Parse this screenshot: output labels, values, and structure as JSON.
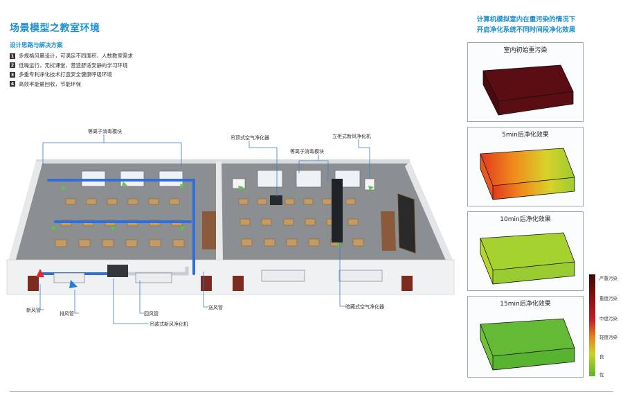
{
  "header": {
    "title": "场景模型之教室环境",
    "subtitle": "设计思路与解决方案",
    "points": [
      {
        "num": "1",
        "text": "多规格风量设计，可满足不同面积、人数教室需求"
      },
      {
        "num": "2",
        "text": "低噪运行，无扰课堂，营造舒适安静的学习环境"
      },
      {
        "num": "3",
        "text": "多重专利净化技术打造安全健康呼吸环境"
      },
      {
        "num": "4",
        "text": "高效率能量回收，节能环保"
      }
    ]
  },
  "diagram": {
    "labels": {
      "ion1": "等离子消毒模块",
      "ceiling_purifier": "吊顶式空气净化器",
      "cabinet_fresh": "立柜式新风净化机",
      "ion2": "等离子消毒模块",
      "fresh_pipe": "新风管",
      "exhaust_pipe": "排风管",
      "return_pipe": "回风管",
      "supply_pipe": "送风管",
      "hanging_fresh": "吊装式新风净化机",
      "hidden_purifier": "暗藏式空气净化器"
    }
  },
  "simulation": {
    "title_line1": "计算机模拟室内在重污染的情况下",
    "title_line2": "开启净化系统不同时间段净化效果",
    "panels": [
      {
        "label": "室内初始重污染",
        "state": "severe"
      },
      {
        "label": "5min后净化效果",
        "state": "mixed"
      },
      {
        "label": "10min后净化效果",
        "state": "good"
      },
      {
        "label": "15min后净化效果",
        "state": "excellent"
      }
    ],
    "legend": [
      "严重污染",
      "重度污染",
      "中度污染",
      "轻度污染",
      "良",
      "优"
    ],
    "colors": {
      "severe": "#5a0d12",
      "mid": "#e07a1c",
      "good": "#a6d22f",
      "excellent": "#63bb35"
    }
  }
}
